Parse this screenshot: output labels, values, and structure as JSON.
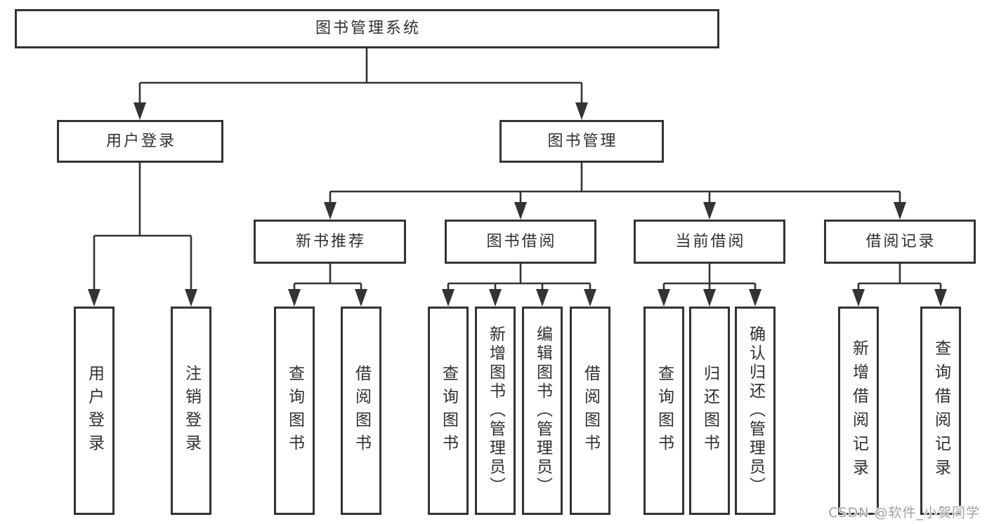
{
  "tree": {
    "label": "图书管理系统",
    "children": [
      {
        "label": "用户登录",
        "children": [
          {
            "label": "用户登录"
          },
          {
            "label": "注销登录"
          }
        ]
      },
      {
        "label": "图书管理",
        "children": [
          {
            "label": "新书推荐",
            "children": [
              {
                "label": "查询图书"
              },
              {
                "label": "借阅图书"
              }
            ]
          },
          {
            "label": "图书借阅",
            "children": [
              {
                "label": "查询图书"
              },
              {
                "label": "新增图书（管理员）"
              },
              {
                "label": "编辑图书（管理员）"
              },
              {
                "label": "借阅图书"
              }
            ]
          },
          {
            "label": "当前借阅",
            "children": [
              {
                "label": "查询图书"
              },
              {
                "label": "归还图书"
              },
              {
                "label": "确认归还（管理员）"
              }
            ]
          },
          {
            "label": "借阅记录",
            "children": [
              {
                "label": "新增借阅记录"
              },
              {
                "label": "查询借阅记录"
              }
            ]
          }
        ]
      }
    ]
  },
  "watermark": "CSDN @软件_小贺同学",
  "colors": {
    "line": "#333333",
    "text": "#2f2f2f",
    "box_fill": "#ffffff",
    "watermark": "#9b9b9b",
    "background": "#ffffff"
  }
}
